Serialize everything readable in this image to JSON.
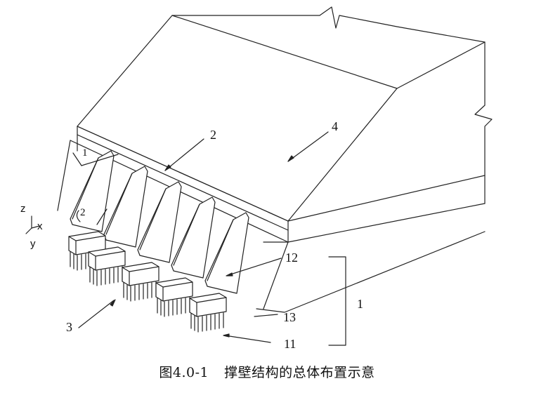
{
  "labels": {
    "l1": "1",
    "l2": "2",
    "l3": "3",
    "l4": "4",
    "l11": "11",
    "l12": "12",
    "l13": "13",
    "corner_dim_top": "1",
    "corner_dim_bottom": "2"
  },
  "axes": {
    "z": "z",
    "x": "x",
    "y": "y"
  },
  "caption": {
    "number": "图4.0-1",
    "title": "撑壁结构的总体布置示意"
  }
}
